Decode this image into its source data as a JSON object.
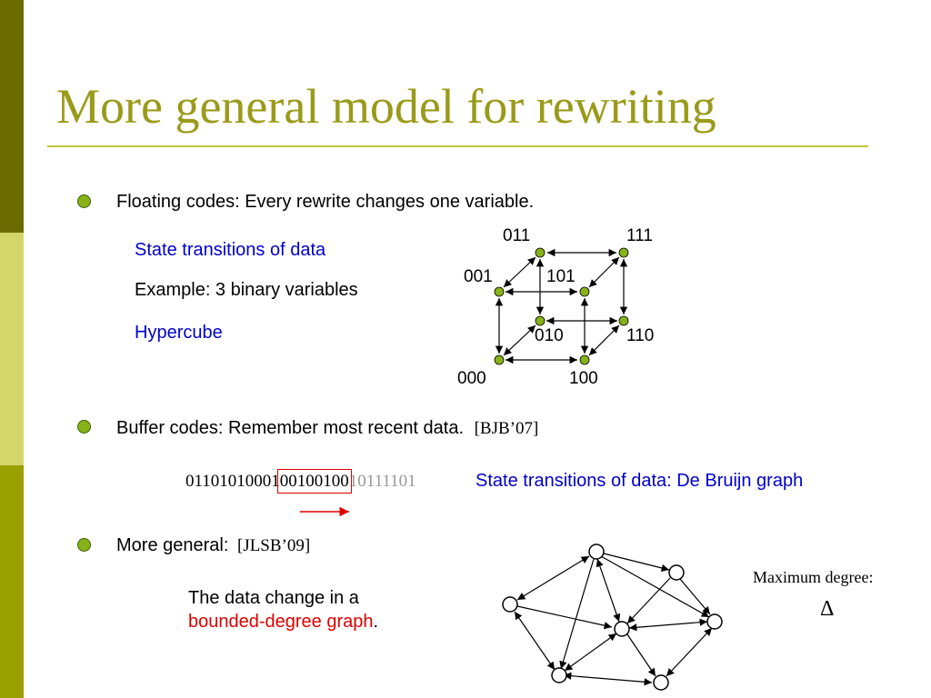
{
  "colors": {
    "sidebar_dark": "#6b6b00",
    "sidebar_light": "#d4d66a",
    "sidebar_mid": "#9aa000",
    "title": "#9a9a1a",
    "rule": "#c2c23a",
    "bullet_fill": "#86b21a",
    "blue": "#0000cc",
    "red": "#dd0000",
    "gray": "#999999",
    "node_green": "#86b21a"
  },
  "title": "More general model for rewriting",
  "bullet1": {
    "text": "Floating codes: Every rewrite changes one variable.",
    "sub1": "State transitions of data",
    "sub2": "Example: 3 binary variables",
    "sub3": "Hypercube"
  },
  "hypercube": {
    "labels": {
      "n011": "011",
      "n111": "111",
      "n001": "001",
      "n101": "101",
      "n010": "010",
      "n110": "110",
      "n000": "000",
      "n100": "100"
    }
  },
  "bullet2": {
    "text": "Buffer codes: Remember most recent data.",
    "cite": "[BJB’07]",
    "seq_before": "01101010001",
    "seq_box": "00100100",
    "seq_after": "10111101",
    "transition": "State transitions of data: De Bruijn graph"
  },
  "bullet3": {
    "text": "More general:",
    "cite": "[JLSB’09]",
    "desc_line1": "The data change in a",
    "desc_line2_red": "bounded-degree graph",
    "desc_line2_end": "."
  },
  "max_degree": {
    "label": "Maximum degree:",
    "symbol": "Δ"
  }
}
